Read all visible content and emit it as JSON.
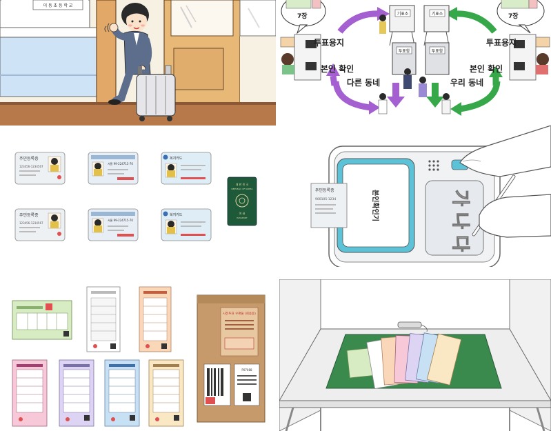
{
  "panel1": {
    "sign_text": "이 동 초 등 학 교"
  },
  "panel2": {
    "left_count": "7장",
    "right_count": "7장",
    "left_ballot_label": "투표용지",
    "right_ballot_label": "투표용지",
    "left_id_label": "본인 확인",
    "right_id_label": "본인 확인",
    "left_area_label": "다른 동네",
    "right_area_label": "우리 동네",
    "booth_left_sign": "기표소",
    "booth_right_sign": "기표소",
    "box_left_sign": "투표함",
    "box_right_sign": "투표함"
  },
  "panel3": {
    "cards": [
      {
        "title": "주민등록증",
        "number": "123456-1234567"
      },
      {
        "title": "",
        "number": "서울 99-224715-70"
      },
      {
        "title": "복지카드",
        "number": ""
      },
      {
        "title": "주민등록증",
        "number": "123456-1234567"
      },
      {
        "title": "",
        "number": "서울 99-224715-70"
      },
      {
        "title": "복지카드",
        "number": ""
      }
    ],
    "passport": {
      "country_kr": "대 한 민 국",
      "country_en": "REPUBLIC OF KOREA",
      "label_kr": "여 권",
      "label_en": "PASSPORT"
    }
  },
  "panel4": {
    "card_title": "주민등록증",
    "card_number": "900105-1234",
    "screen_text": "본인확인기",
    "pad_text": "가 나 다"
  },
  "panel5": {
    "envelope_notice": "사전투표 우편물 (회송용)",
    "barcode_label": "P07088"
  },
  "panel6": {}
}
